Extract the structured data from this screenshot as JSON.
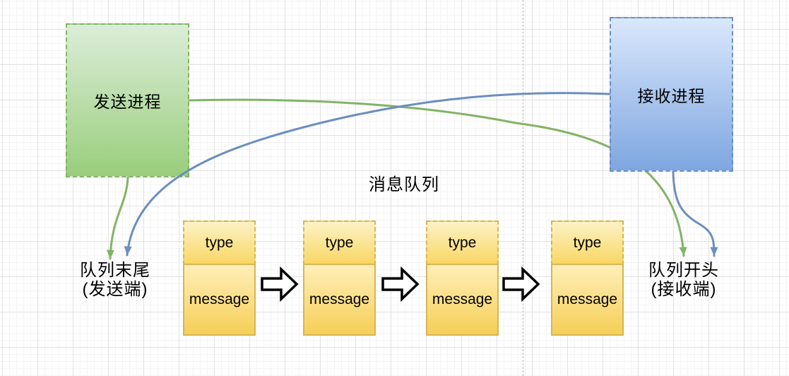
{
  "diagram": {
    "title": "消息队列",
    "sender": {
      "label": "发送进程"
    },
    "receiver": {
      "label": "接收进程"
    },
    "queue_tail_label": {
      "line1": "队列末尾",
      "line2": "(发送端)"
    },
    "queue_head_label": {
      "line1": "队列开头",
      "line2": "(接收端)"
    },
    "queue_items": [
      {
        "type_label": "type",
        "message_label": "message"
      },
      {
        "type_label": "type",
        "message_label": "message"
      },
      {
        "type_label": "type",
        "message_label": "message"
      },
      {
        "type_label": "type",
        "message_label": "message"
      }
    ],
    "connectors": {
      "sender_to_queue_tail": {
        "from": "发送进程",
        "to": "队列末尾",
        "color": "#82b366"
      },
      "sender_to_queue_head": {
        "from": "发送进程",
        "to": "队列开头",
        "color": "#82b366"
      },
      "receiver_to_queue_tail": {
        "from": "接收进程",
        "to": "队列末尾",
        "color": "#6c8ebf"
      },
      "receiver_to_queue_head": {
        "from": "接收进程",
        "to": "队列开头",
        "color": "#6c8ebf"
      }
    },
    "flow_arrows_between_items": 3
  },
  "palette": {
    "sender_fill_top": "#dcedd9",
    "sender_fill_bottom": "#99ce7c",
    "sender_border": "#82b366",
    "receiver_fill_top": "#dae8fc",
    "receiver_fill_bottom": "#7ea6e0",
    "receiver_border": "#6c8ebf",
    "item_fill_top": "#fdf2c5",
    "item_fill_bottom": "#f6cf58",
    "item_border": "#d6b656",
    "block_arrow_fill": "#ffffff",
    "block_arrow_stroke": "#000000",
    "grid_minor": "#f4f4f4",
    "grid_major": "#e2e2e2",
    "page_divider": "#b4b4b4"
  }
}
